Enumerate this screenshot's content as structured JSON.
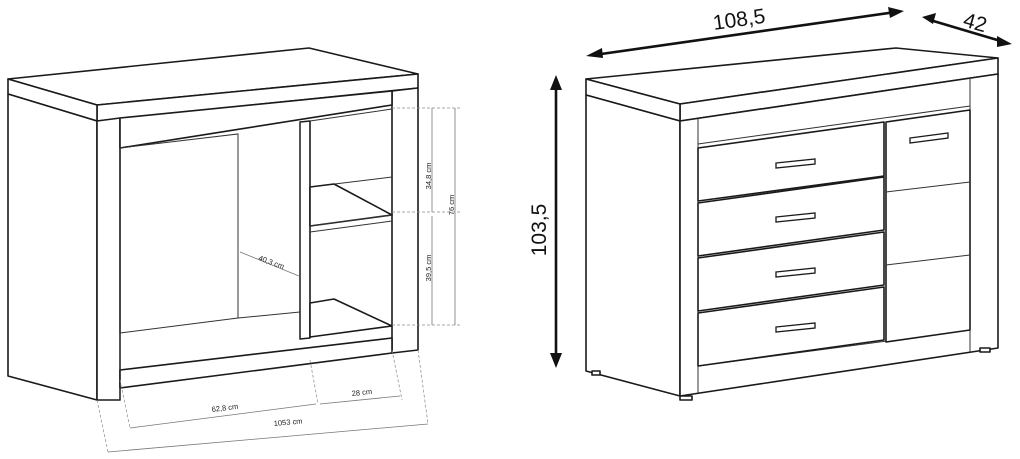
{
  "left_drawing": {
    "dimensions": {
      "shelf_height_upper": "34,8 cm",
      "total_height_inner": "76 cm",
      "shelf_height_lower": "39,5 cm",
      "inner_depth": "40,3 cm",
      "left_width": "62,8 cm",
      "right_width": "28 cm",
      "total_width": "1053 cm"
    }
  },
  "right_drawing": {
    "dimensions": {
      "width": "108,5",
      "depth": "42",
      "height": "103,5"
    }
  }
}
